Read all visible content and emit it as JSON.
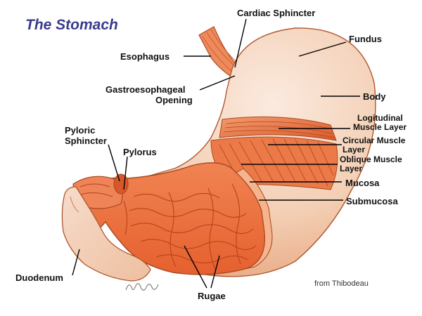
{
  "title": "The Stomach",
  "labels": {
    "cardiac_sphincter": "Cardiac Sphincter",
    "fundus": "Fundus",
    "esophagus": "Esophagus",
    "gastroesophageal_line1": "Gastroesophageal",
    "gastroesophageal_line2": "Opening",
    "body": "Body",
    "longitudinal_line1": "Logitudinal",
    "longitudinal_line2": "Muscle Layer",
    "circular_line1": "Circular Muscle",
    "circular_line2": "Layer",
    "oblique_line1": "Oblique Muscle",
    "oblique_line2": "Layer",
    "mucosa": "Mucosa",
    "submucosa": "Submucosa",
    "pyloric_line1": "Pyloric",
    "pyloric_line2": "Sphincter",
    "pylorus": "Pylorus",
    "duodenum": "Duodenum",
    "rugae": "Rugae"
  },
  "credit": "from Thibodeau",
  "colors": {
    "title": "#3b3b8f",
    "tissue_outer": "#f4d6c0",
    "muscle": "#e86a3a",
    "mucosa": "#f07a45",
    "label": "#111111"
  }
}
